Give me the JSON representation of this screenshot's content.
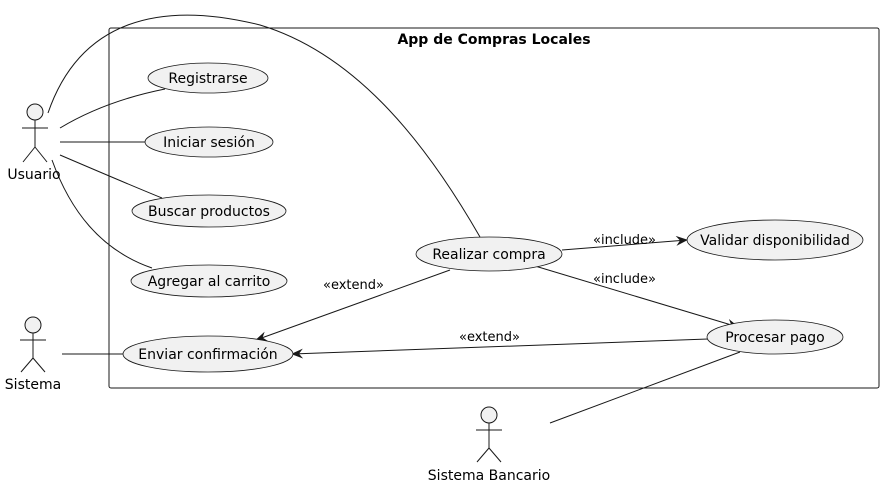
{
  "system": {
    "title": "App de Compras Locales"
  },
  "actors": {
    "usuario": "Usuario",
    "sistema": "Sistema",
    "banco": "Sistema Bancario"
  },
  "usecases": {
    "registrarse": "Registrarse",
    "iniciar_sesion": "Iniciar sesión",
    "buscar_productos": "Buscar productos",
    "agregar_carrito": "Agregar al carrito",
    "enviar_confirmacion": "Enviar confirmación",
    "realizar_compra": "Realizar compra",
    "validar_disponibilidad": "Validar disponibilidad",
    "procesar_pago": "Procesar pago"
  },
  "relations": {
    "include_validar": "«include»",
    "include_pago": "«include»",
    "extend_compra": "«extend»",
    "extend_pago": "«extend»"
  }
}
